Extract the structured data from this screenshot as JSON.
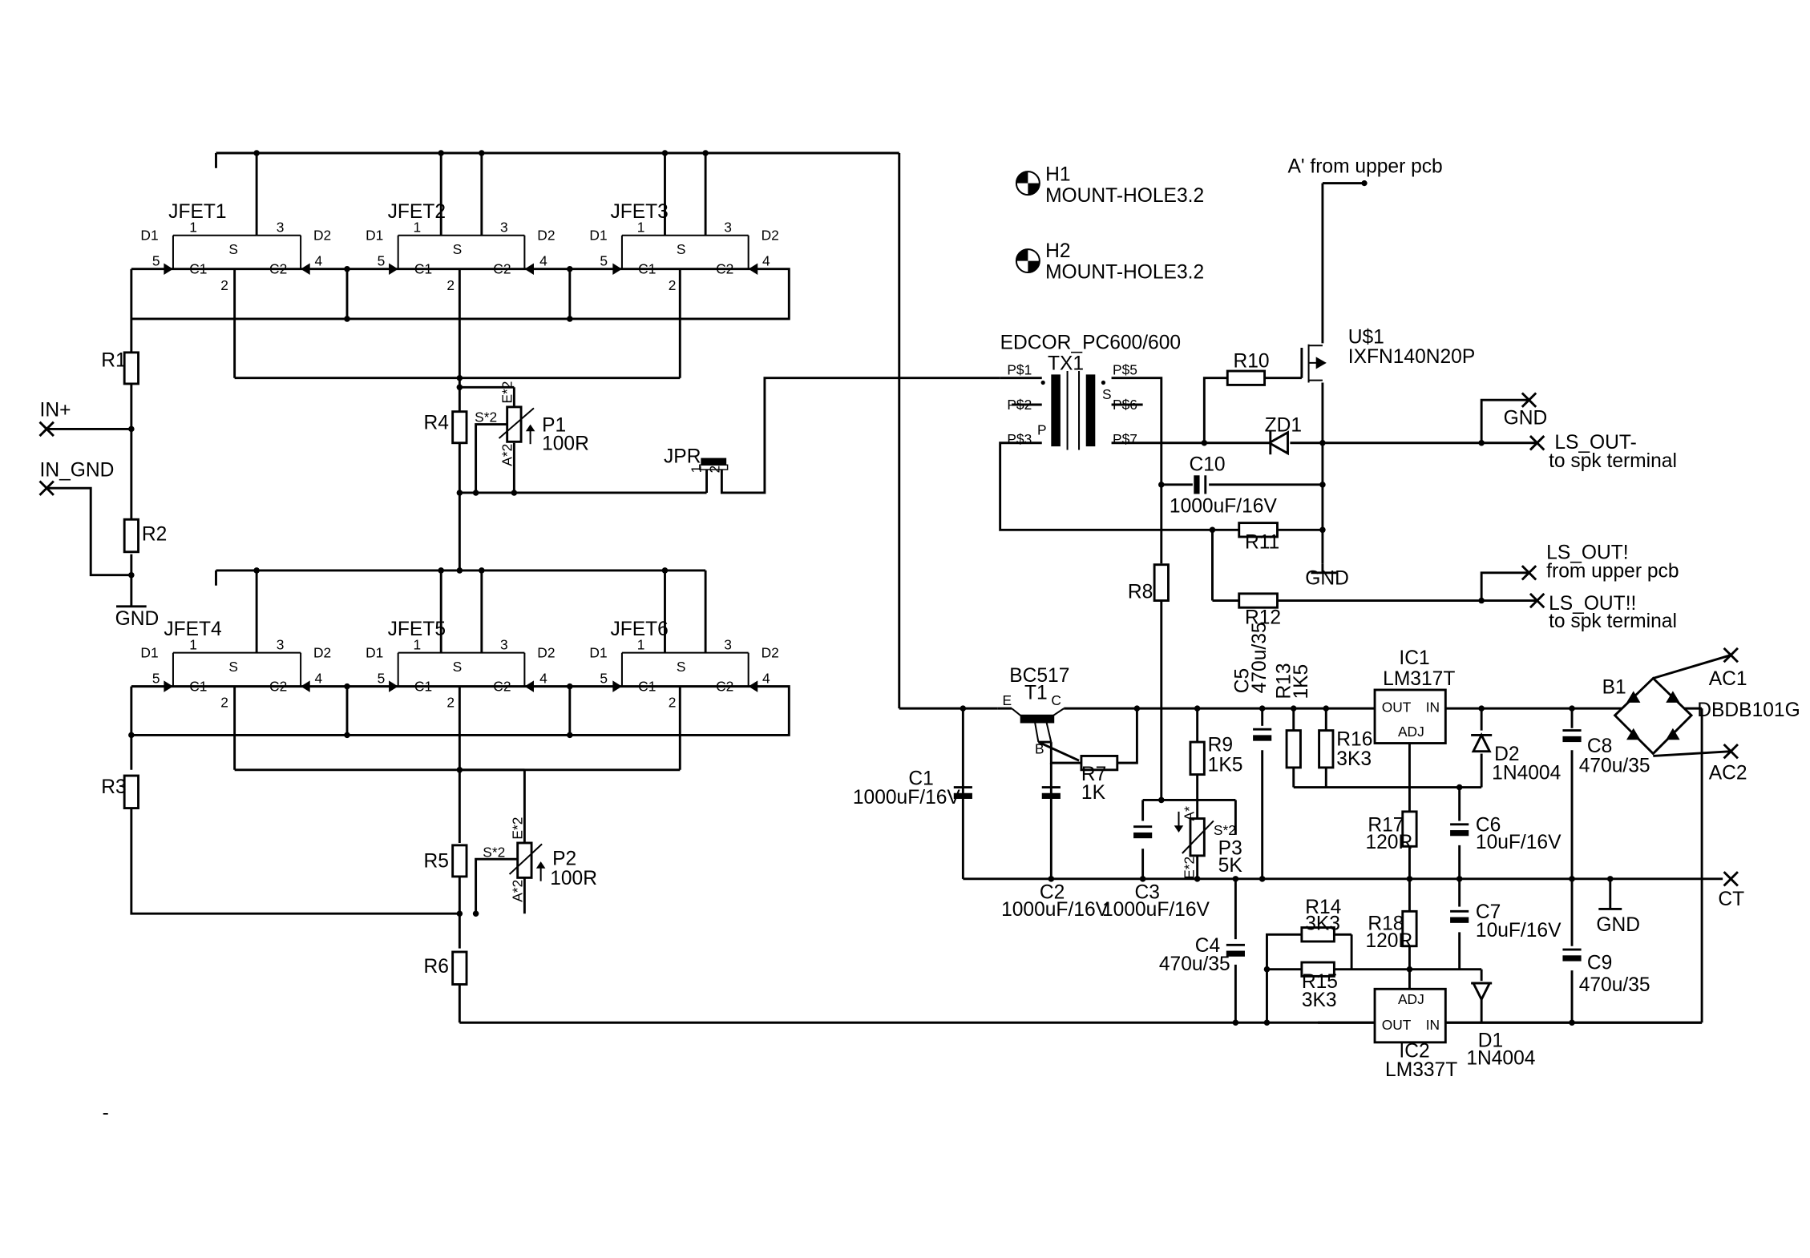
{
  "labels": {
    "jfet1": "JFET1",
    "jfet2": "JFET2",
    "jfet3": "JFET3",
    "jfet4": "JFET4",
    "jfet5": "JFET5",
    "jfet6": "JFET6",
    "jfet_d1": "D1",
    "jfet_d2": "D2",
    "jfet_s": "S",
    "jfet_c1": "C1",
    "jfet_c2": "C2",
    "pin1": "1",
    "pin2": "2",
    "pin3": "3",
    "pin4": "4",
    "pin5": "5",
    "r1": "R1",
    "r2": "R2",
    "r3": "R3",
    "r4": "R4",
    "r5": "R5",
    "r6": "R6",
    "r7": "R7",
    "r7_val": "1K",
    "r8": "R8",
    "r9": "R9",
    "r9_val": "1K5",
    "r10": "R10",
    "r11": "R11",
    "r12": "R12",
    "r13": "R13",
    "r13_val": "1K5",
    "r14": "R14",
    "r14_val": "3K3",
    "r15": "R15",
    "r15_val": "3K3",
    "r16": "R16",
    "r16_val": "3K3",
    "r17": "R17",
    "r17_val": "120R",
    "r18": "R18",
    "r18_val": "120R",
    "p1": "P1",
    "p1_val": "100R",
    "p2": "P2",
    "p2_val": "100R",
    "p3": "P3",
    "p3_val": "5K",
    "pot_s": "S*2",
    "pot_e": "E*2",
    "pot_a": "A*2",
    "p3_a": "A*",
    "p3_e": "E*2",
    "in_plus": "IN+",
    "in_gnd": "IN_GND",
    "gnd": "GND",
    "jpr": "JPR",
    "h1": "H1",
    "h2": "H2",
    "mount_hole": "MOUNT-HOLE3.2",
    "edcor": "EDCOR_PC600/600",
    "tx1": "TX1",
    "tx_p1": "P$1",
    "tx_p2": "P$2",
    "tx_p3": "P$3",
    "tx_p5": "P$5",
    "tx_p6": "P$6",
    "tx_p7": "P$7",
    "tx_p": "P",
    "tx_s": "S",
    "a_from_upper": "A' from upper pcb",
    "u1": "U$1",
    "u1_val": "IXFN140N20P",
    "zd1": "ZD1",
    "ls_out_minus": "LS_OUT-",
    "to_spk": "to spk terminal",
    "c10": "C10",
    "c10_val": "1000uF/16V",
    "ls_out_ex": "LS_OUT!",
    "from_upper": "from upper pcb",
    "ls_out_exex": "LS_OUT!!",
    "bc517": "BC517",
    "t1": "T1",
    "t1_e": "E",
    "t1_c": "C",
    "t1_b": "B",
    "c1": "C1",
    "c1_val": "1000uF/16V",
    "c2": "C2",
    "c2_val": "1000uF/16V",
    "c3": "C3",
    "c3_val": "1000uF/16V",
    "c4": "C4",
    "c4_val": "470u/35",
    "c5": "C5",
    "c5_val": "470u/35",
    "c6": "C6",
    "c6_val": "10uF/16V",
    "c7": "C7",
    "c7_val": "10uF/16V",
    "c8": "C8",
    "c8_val": "470u/35",
    "c9": "C9",
    "c9_val": "470u/35",
    "ic1": "IC1",
    "ic1_val": "LM317T",
    "ic2": "IC2",
    "ic2_val": "LM337T",
    "out": "OUT",
    "in": "IN",
    "adj": "ADJ",
    "d1": "D1",
    "d1_val": "1N4004",
    "d2": "D2",
    "d2_val": "1N4004",
    "b1": "B1",
    "b1_val": "DBDB101G",
    "ac1": "AC1",
    "ac2": "AC2",
    "ct": "CT",
    "dash": "-"
  },
  "colors": {
    "ink": "#000000",
    "paper": "#ffffff"
  }
}
